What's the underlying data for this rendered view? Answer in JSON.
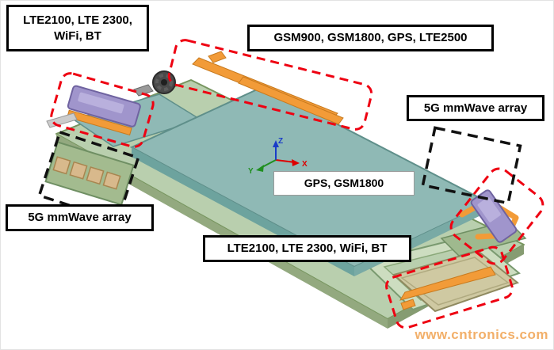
{
  "scene": {
    "description": "Smartphone antenna placement diagram",
    "watermark": "www.cntronics.com"
  },
  "labels": {
    "top_left": "LTE2100, LTE 2300,\nWiFi, BT",
    "top_center": "GSM900, GSM1800, GPS, LTE2500",
    "right_mmwave": "5G mmWave array",
    "center": "GPS, GSM1800",
    "left_mmwave": "5G mmWave array",
    "bottom_center": "LTE2100, LTE 2300, WiFi, BT"
  },
  "axis": {
    "x": "X",
    "y": "Y",
    "z": "Z"
  },
  "colors": {
    "highlight_red": "#ee0011",
    "highlight_black": "#111111",
    "chassis_green": "#b9cfae",
    "board_teal": "#8fb9b5",
    "antenna_orange": "#f29b38",
    "module_purple": "#a095cc",
    "mmwave_patch_tan": "#d8b98c",
    "watermark_orange": "#f0a24f"
  }
}
